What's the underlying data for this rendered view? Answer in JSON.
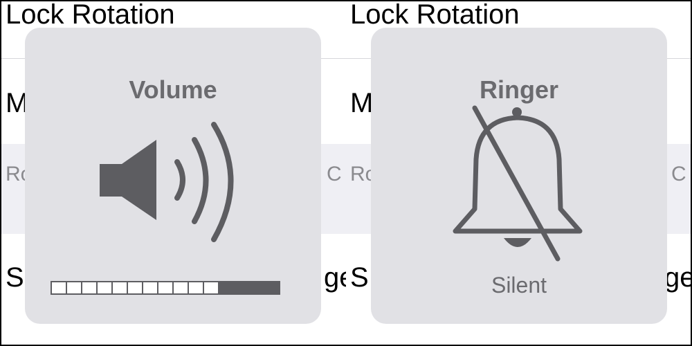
{
  "background_rows": {
    "title": "Lock Rotation",
    "row2_fragment": "M",
    "row3_left_fragment": "Ro",
    "row3_right_fragment": "C",
    "row4_left_fragment": "S",
    "row4_right_fragment": "ge"
  },
  "volume_hud": {
    "title": "Volume",
    "icon": "speaker-icon",
    "level_segments_total": 15,
    "level_segments_filled": 4
  },
  "ringer_hud": {
    "title": "Ringer",
    "icon": "bell-slash-icon",
    "status": "Silent"
  },
  "colors": {
    "hud_background": "#e1e1e5",
    "hud_foreground": "#5d5d61",
    "hud_text": "#6b6b6f",
    "band_background": "#efeff4"
  }
}
